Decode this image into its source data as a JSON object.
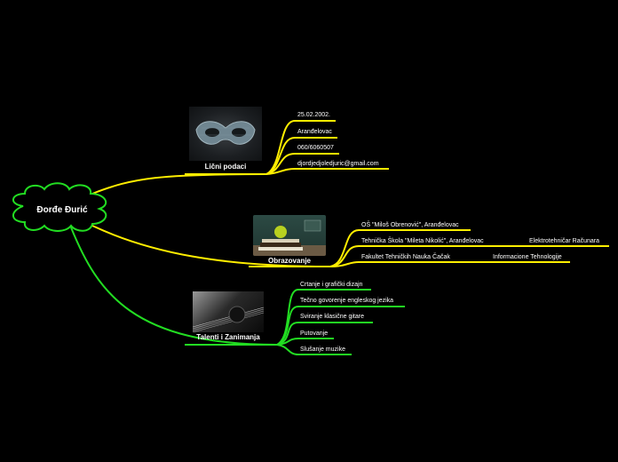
{
  "root": {
    "label": "Đorđe Đurić"
  },
  "colors": {
    "yellow": "#ffee00",
    "green": "#22dd22",
    "root_border": "#22dd22",
    "root_fill": "#000000"
  },
  "branches": [
    {
      "id": "licni",
      "label": "Lični podaci",
      "color": "#ffee00",
      "icon": "mask-image",
      "leaves": [
        {
          "text": "25.02.2002."
        },
        {
          "text": "Aranđelovac"
        },
        {
          "text": "060/6060507"
        },
        {
          "text": "djordjedjoledjuric@gmail.com"
        }
      ]
    },
    {
      "id": "obrazovanje",
      "label": "Obrazovanje",
      "color": "#ffee00",
      "icon": "books-apple-image",
      "leaves": [
        {
          "text": "OŠ \"Miloš Obrenović\", Aranđelovac"
        },
        {
          "text": "Tehnička Škola \"Mileta Nikolić\", Aranđelovac",
          "child": "Elektrotehničar Računara"
        },
        {
          "text": "Fakultet Tehničkih Nauka Čačak",
          "child": "Informacione Tehnologije"
        }
      ]
    },
    {
      "id": "talenti",
      "label": "Talenti i Zanimanja",
      "color": "#22dd22",
      "icon": "guitar-image",
      "leaves": [
        {
          "text": "Crtanje i grafički dizajn"
        },
        {
          "text": "Tečno govorenje engleskog jezika"
        },
        {
          "text": "Sviranje klasične gitare"
        },
        {
          "text": "Putovanje"
        },
        {
          "text": "Slušanje muzike"
        }
      ]
    }
  ]
}
